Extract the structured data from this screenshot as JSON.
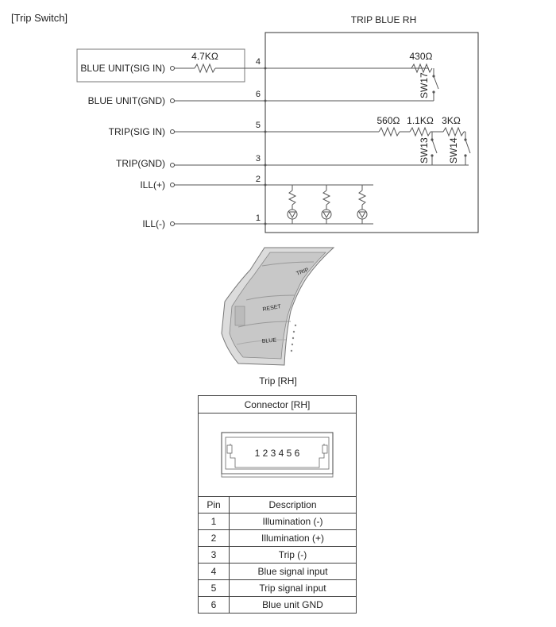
{
  "section_title": "[Trip Switch]",
  "module_title": "TRIP BLUE RH",
  "terminals": [
    {
      "label": "BLUE UNIT(SIG IN)",
      "pin": "4"
    },
    {
      "label": "BLUE UNIT(GND)",
      "pin": "6"
    },
    {
      "label": "TRIP(SIG IN)",
      "pin": "5"
    },
    {
      "label": "TRIP(GND)",
      "pin": "3"
    },
    {
      "label": "ILL(+)",
      "pin": "2"
    },
    {
      "label": "ILL(-)",
      "pin": "1"
    }
  ],
  "external_resistor": "4.7KΩ",
  "resistors": {
    "r430": "430Ω",
    "r560": "560Ω",
    "r1_1k": "1.1KΩ",
    "r3k": "3KΩ"
  },
  "switches": {
    "sw17": "SW17",
    "sw13": "SW13",
    "sw14": "SW14"
  },
  "switch_panel_labels": {
    "trip": "TRIP",
    "reset": "RESET",
    "blue": "BLUE"
  },
  "photo_caption": "Trip [RH]",
  "connector": {
    "title": "Connector [RH]",
    "pin_digits": "1 2 3 4 5 6",
    "header_pin": "Pin",
    "header_desc": "Description",
    "rows": [
      {
        "pin": "1",
        "desc": "Illumination (-)"
      },
      {
        "pin": "2",
        "desc": "Illumination (+)"
      },
      {
        "pin": "3",
        "desc": "Trip (-)"
      },
      {
        "pin": "4",
        "desc": "Blue signal input"
      },
      {
        "pin": "5",
        "desc": "Trip signal input"
      },
      {
        "pin": "6",
        "desc": "Blue unit GND"
      }
    ]
  }
}
